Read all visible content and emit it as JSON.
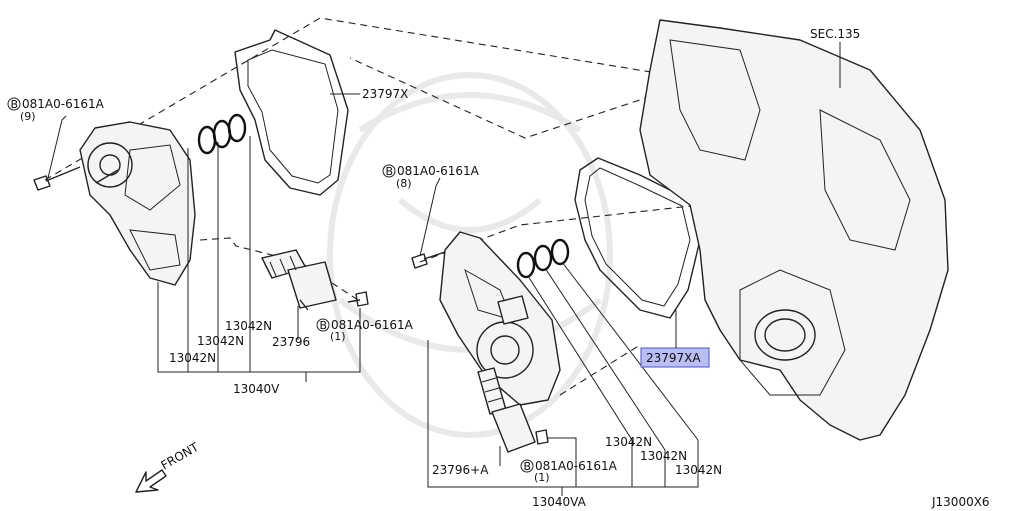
{
  "labels": {
    "sec": "SEC.135",
    "gasket_upper": "23797X",
    "gasket_lower": "23797XA",
    "bolt_left_top_part": "081A0-6161A",
    "bolt_left_top_qty": "(9)",
    "bolt_mid_part": "081A0-6161A",
    "bolt_mid_qty": "(8)",
    "bolt_valve_left_part": "081A0-6161A",
    "bolt_valve_left_qty": "(1)",
    "bolt_valve_right_part": "081A0-6161A",
    "bolt_valve_right_qty": "(1)",
    "bolt_mark": "B",
    "seal_a1": "13042N",
    "seal_a2": "13042N",
    "seal_a3": "13042N",
    "valve_left": "23796",
    "asm_left": "13040V",
    "seal_b1": "13042N",
    "seal_b2": "13042N",
    "seal_b3": "13042N",
    "valve_right": "23796+A",
    "asm_right": "13040VA",
    "front": "FRONT",
    "diagram_id": "J13000X6"
  }
}
